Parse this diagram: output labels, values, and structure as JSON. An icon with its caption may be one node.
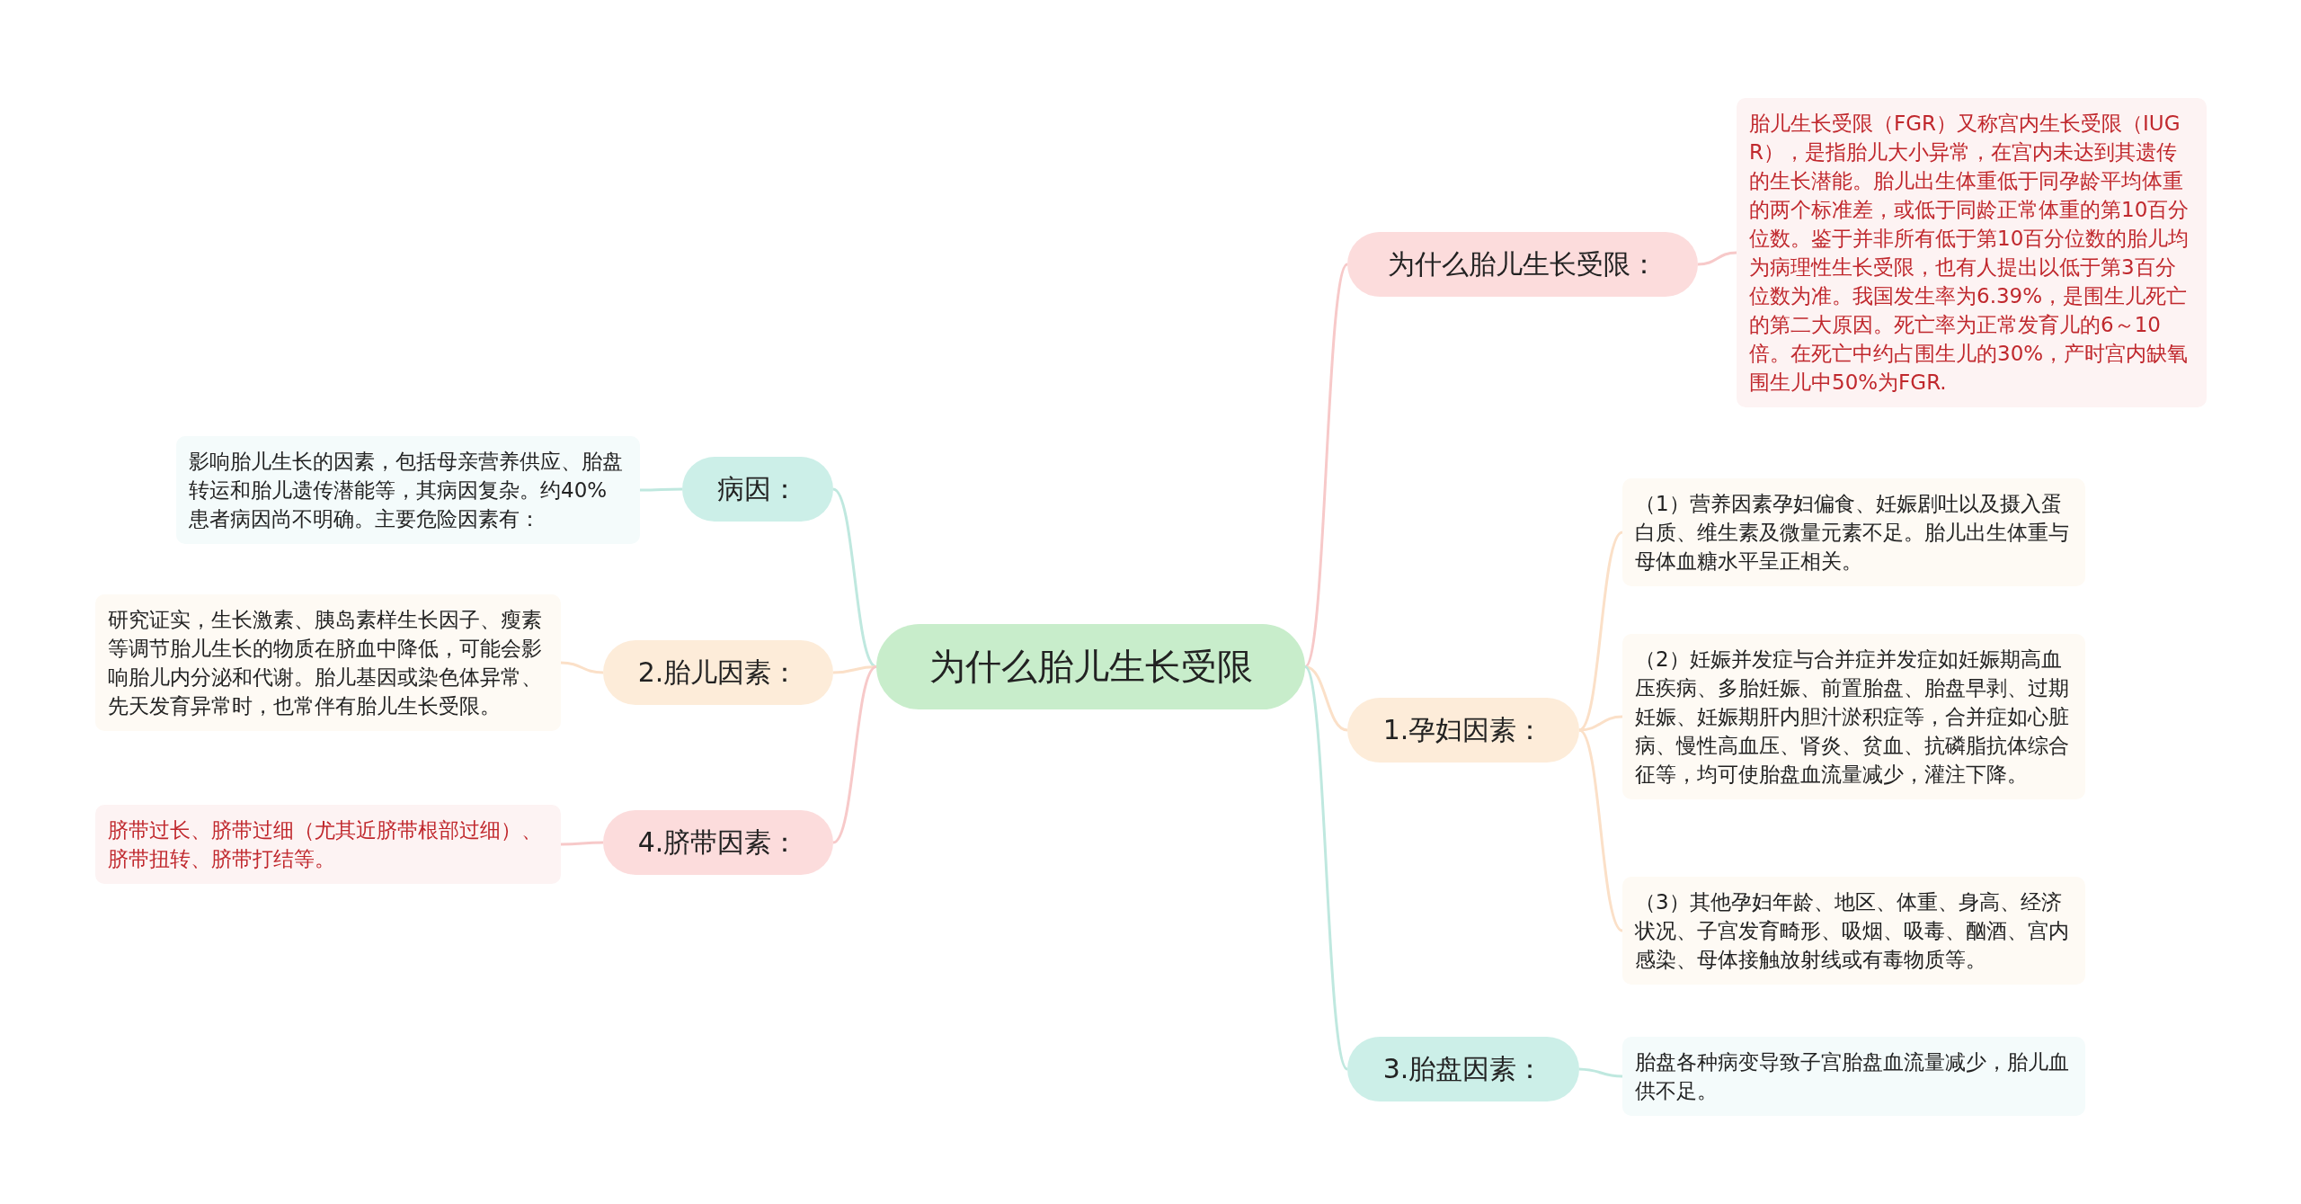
{
  "diagram": {
    "nodes": [
      {
        "text": [
          "为什么胎儿生长受限"
        ]
      },
      {
        "text": [
          "为什么胎儿生长受限："
        ]
      },
      {
        "text": [
          "胎儿生长受限（FGR）又称宫内生长受限（IUGR），是指胎儿大小异常，在宫内未达到其遗传的生长潜能。胎儿出生体重低于同孕龄平均体重的两个标准差，或低于同龄正常体重的第10百分位数。鉴于并非所有低于第10百分位数的胎儿均为病理性生长受限，也有人提出以低于第3百分位数为准。我国发生率为6.39%，是围生儿死亡的第二大原因。死亡率为正常发育儿的6～10倍。在死亡中约占围生儿的30%，产时宫内缺氧围生儿中50%为FGR."
        ]
      },
      {
        "text": [
          "病因："
        ]
      },
      {
        "text": [
          "影响胎儿生长的因素，包括母亲营养供应、胎盘转运和胎儿遗传潜能等，其病因复杂。约40%患者病因尚不明确。主要危险因素有："
        ]
      },
      {
        "text": [
          "2.胎儿因素："
        ]
      },
      {
        "text": [
          "研究证实，生长激素、胰岛素样生长因子、瘦素等调节胎儿生长的物质在脐血中降低，可能会影响胎儿内分泌和代谢。胎儿基因或染色体异常、先天发育异常时，也常伴有胎儿生长受限。"
        ]
      },
      {
        "text": [
          "4.脐带因素："
        ]
      },
      {
        "text": [
          "脐带过长、脐带过细（尤其近脐带根部过细）、脐带扭转、脐带打结等。"
        ]
      },
      {
        "text": [
          "1.孕妇因素："
        ]
      },
      {
        "text": [
          "（1）营养因素孕妇偏食、妊娠剧吐以及摄入蛋白质、维生素及微量元素不足。胎儿出生体重与母体血糖水平呈正相关。"
        ]
      },
      {
        "text": [
          "（2）妊娠并发症与合并症并发症如妊娠期高血压疾病、多胎妊娠、前置胎盘、胎盘早剥、过期妊娠、妊娠期肝内胆汁淤积症等，合并症如心脏病、慢性高血压、肾炎、贫血、抗磷脂抗体综合征等，均可使胎盘血流量减少，灌注下降。"
        ]
      },
      {
        "text": [
          "（3）其他孕妇年龄、地区、体重、身高、经济状况、子宫发育畸形、吸烟、吸毒、酗酒、宫内感染、母体接触放射线或有毒物质等。"
        ]
      },
      {
        "text": [
          "3.胎盘因素："
        ]
      },
      {
        "text": [
          "胎盘各种病变导致子宫胎盘血流量减少，胎儿血供不足。"
        ]
      }
    ],
    "edges": [
      {
        "from": 0,
        "to": 1,
        "arrow": "none",
        "color": "#f7c9c9"
      },
      {
        "from": 1,
        "to": 2,
        "arrow": "none",
        "color": "#f7c9c9"
      },
      {
        "from": 0,
        "to": 3,
        "arrow": "none",
        "color": "#bfe8df"
      },
      {
        "from": 3,
        "to": 4,
        "arrow": "none",
        "color": "#bfe8df"
      },
      {
        "from": 0,
        "to": 5,
        "arrow": "none",
        "color": "#fbe0c8"
      },
      {
        "from": 5,
        "to": 6,
        "arrow": "none",
        "color": "#fbe0c8"
      },
      {
        "from": 0,
        "to": 7,
        "arrow": "none",
        "color": "#f7c9c9"
      },
      {
        "from": 7,
        "to": 8,
        "arrow": "none",
        "color": "#f7c9c9"
      },
      {
        "from": 0,
        "to": 9,
        "arrow": "none",
        "color": "#fbe0c8"
      },
      {
        "from": 9,
        "to": 10,
        "arrow": "none",
        "color": "#fbe0c8"
      },
      {
        "from": 9,
        "to": 11,
        "arrow": "none",
        "color": "#fbe0c8"
      },
      {
        "from": 9,
        "to": 12,
        "arrow": "none",
        "color": "#fbe0c8"
      },
      {
        "from": 0,
        "to": 13,
        "arrow": "none",
        "color": "#bfe8df"
      },
      {
        "from": 13,
        "to": 14,
        "arrow": "none",
        "color": "#bfe8df"
      }
    ]
  }
}
